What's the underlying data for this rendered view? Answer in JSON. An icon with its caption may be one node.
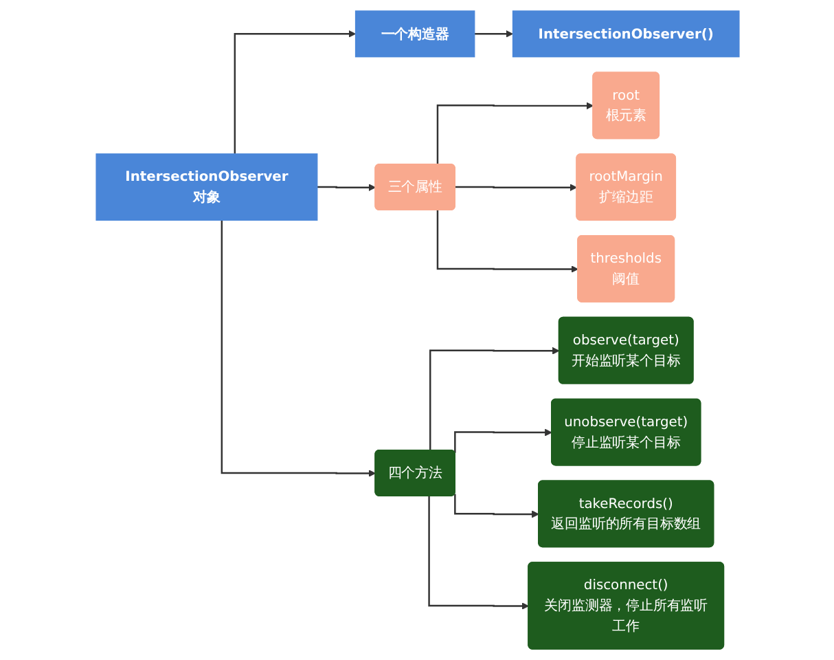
{
  "diagram": {
    "nodes": [
      {
        "text": [
          "IntersectionObserver对象"
        ]
      },
      {
        "text": [
          "一个构造器"
        ]
      },
      {
        "text": [
          "IntersectionObserver()"
        ]
      },
      {
        "text": [
          "三个属性"
        ]
      },
      {
        "text": [
          "root",
          "根元素"
        ]
      },
      {
        "text": [
          "rootMargin",
          "扩缩边距"
        ]
      },
      {
        "text": [
          "thresholds",
          "阈值"
        ]
      },
      {
        "text": [
          "四个方法"
        ]
      },
      {
        "text": [
          "observe(target)",
          "开始监听某个目标"
        ]
      },
      {
        "text": [
          "unobserve(target)",
          "停止监听某个目标"
        ]
      },
      {
        "text": [
          "takeRecords()",
          "返回监听的所有目标数组"
        ]
      },
      {
        "text": [
          "disconnect()",
          "关闭监测器，停止所有监听工作"
        ]
      }
    ],
    "edges": [
      {
        "from": 0,
        "to": 1,
        "arrow": "to"
      },
      {
        "from": 0,
        "to": 3,
        "arrow": "to"
      },
      {
        "from": 0,
        "to": 7,
        "arrow": "to"
      },
      {
        "from": 1,
        "to": 2,
        "arrow": "to"
      },
      {
        "from": 3,
        "to": 4,
        "arrow": "to"
      },
      {
        "from": 3,
        "to": 5,
        "arrow": "to"
      },
      {
        "from": 3,
        "to": 6,
        "arrow": "to"
      },
      {
        "from": 7,
        "to": 8,
        "arrow": "to"
      },
      {
        "from": 7,
        "to": 9,
        "arrow": "to"
      },
      {
        "from": 7,
        "to": 10,
        "arrow": "to"
      },
      {
        "from": 7,
        "to": 11,
        "arrow": "to"
      }
    ]
  }
}
